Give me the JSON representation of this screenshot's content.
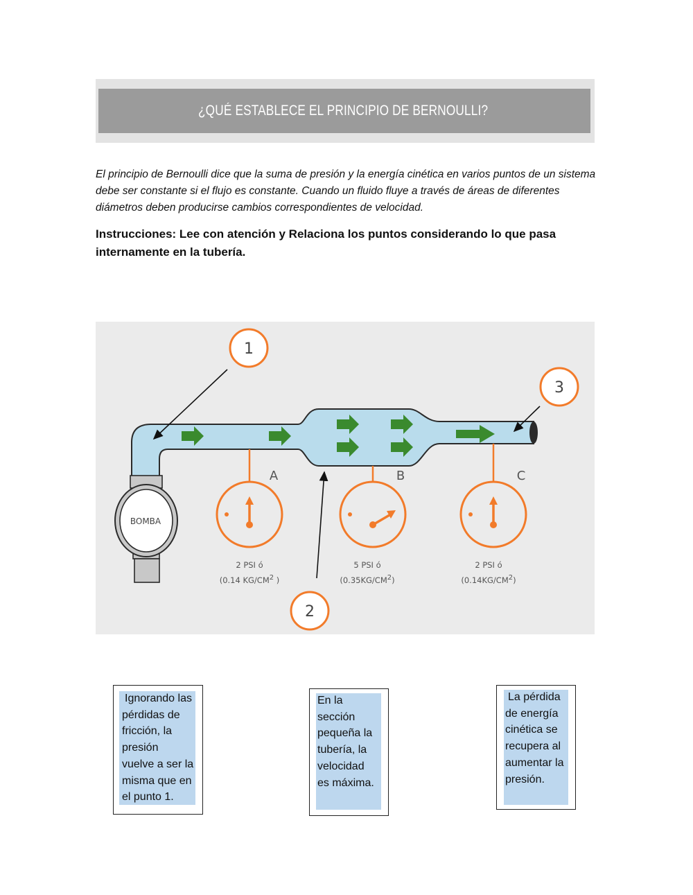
{
  "header": {
    "title": "¿QUÉ ESTABLECE EL PRINCIPIO DE BERNOULLI?"
  },
  "intro_text": "El principio de Bernoulli dice que la suma de presión y la energía cinética en varios puntos de un sistema debe ser constante si el flujo es constante. Cuando un fluido fluye a través de áreas de diferentes diámetros deben producirse cambios correspondientes de velocidad.",
  "instructions": "Instrucciones: Lee con atención y Relaciona los puntos considerando lo que pasa internamente en la tubería.",
  "diagram": {
    "pump_label": "BOMBA",
    "points": [
      "1",
      "2",
      "3"
    ],
    "gauges": [
      {
        "letter": "A",
        "reading": "2 PSI ó",
        "metric": "(0.14 KG/CM",
        "sup": "2",
        "close": " )"
      },
      {
        "letter": "B",
        "reading": "5 PSI ó",
        "metric": "(0.35KG/CM",
        "sup": "2",
        "close": ")"
      },
      {
        "letter": "C",
        "reading": "2 PSI ó",
        "metric": "(0.14KG/CM",
        "sup": "2",
        "close": ")"
      }
    ],
    "colors": {
      "pipe": "#b9dcec",
      "pipe_stroke": "#2a2a2a",
      "arrow": "#3a8a2e",
      "orange": "#f27b2a",
      "background": "#ebebeb"
    }
  },
  "cards": [
    {
      "lines": [
        "Ignorando las",
        "pérdidas de",
        "fricción, la",
        "presión",
        "vuelve a ser la",
        "misma que en",
        "el punto 1."
      ]
    },
    {
      "lines": [
        "En la",
        "sección",
        "pequeña la",
        "tubería, la",
        "velocidad",
        "es máxima."
      ]
    },
    {
      "lines": [
        "La pérdida",
        "de energía",
        "cinética se",
        "recupera al",
        "aumentar la",
        "presión."
      ]
    }
  ]
}
